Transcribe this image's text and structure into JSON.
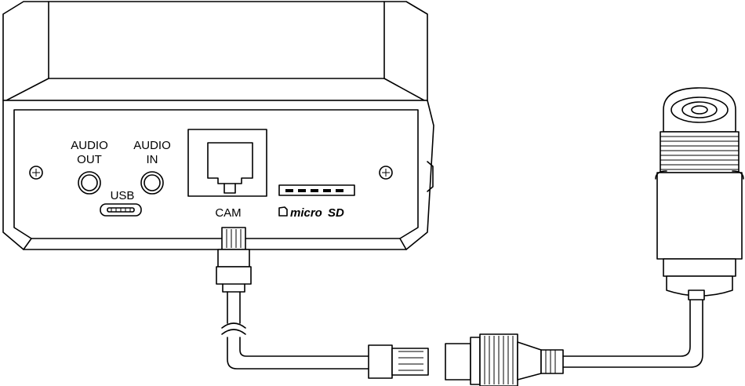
{
  "labels": {
    "audio_out_line1": "AUDIO",
    "audio_out_line2": "OUT",
    "audio_in_line1": "AUDIO",
    "audio_in_line2": "IN",
    "usb": "USB",
    "cam": "CAM",
    "microsd": "micro"
  },
  "icons": [
    "screw-icon",
    "sd-card-icon",
    "rj45-jack-icon",
    "usb-port-icon",
    "audio-jack-icon",
    "rj45-plug-icon",
    "camera-lens-icon"
  ]
}
